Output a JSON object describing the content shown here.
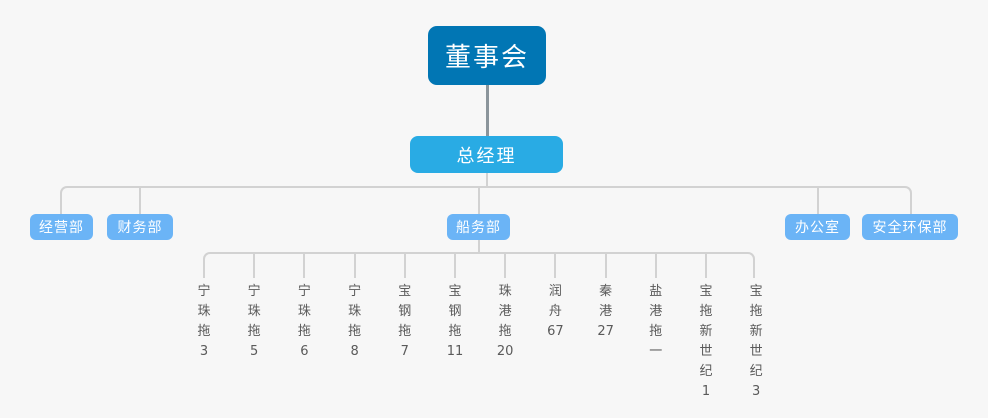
{
  "chart_data": {
    "type": "org-chart",
    "title": "",
    "background_color": "#f7f7f7",
    "connector_color": "#d2d2d2",
    "levels": [
      {
        "level": 1,
        "color": "#0176b4",
        "text_color": "#ffffff",
        "nodes": [
          "董事会"
        ]
      },
      {
        "level": 2,
        "color": "#29abe4",
        "text_color": "#ffffff",
        "nodes": [
          "总经理"
        ]
      },
      {
        "level": 3,
        "color": "#6bb4f6",
        "text_color": "#ffffff",
        "nodes": [
          "经营部",
          "财务部",
          "船务部",
          "办公室",
          "安全环保部"
        ]
      },
      {
        "level": 4,
        "color": "transparent",
        "text_color": "#5a5a5a",
        "nodes": [
          "宁珠拖3",
          "宁珠拖5",
          "宁珠拖6",
          "宁珠拖8",
          "宝钢拖7",
          "宝钢拖11",
          "珠港拖20",
          "润舟67",
          "秦港27",
          "盐港拖一",
          "宝拖新世纪1",
          "宝拖新世纪3"
        ]
      }
    ]
  },
  "root": {
    "label": "董事会"
  },
  "general_manager": {
    "label": "总经理"
  },
  "departments": [
    {
      "label": "经营部"
    },
    {
      "label": "财务部"
    },
    {
      "label": "船务部"
    },
    {
      "label": "办公室"
    },
    {
      "label": "安全环保部"
    }
  ],
  "vessels": [
    {
      "label": "宁珠拖3",
      "chars": [
        "宁",
        "珠",
        "拖",
        "3"
      ]
    },
    {
      "label": "宁珠拖5",
      "chars": [
        "宁",
        "珠",
        "拖",
        "5"
      ]
    },
    {
      "label": "宁珠拖6",
      "chars": [
        "宁",
        "珠",
        "拖",
        "6"
      ]
    },
    {
      "label": "宁珠拖8",
      "chars": [
        "宁",
        "珠",
        "拖",
        "8"
      ]
    },
    {
      "label": "宝钢拖7",
      "chars": [
        "宝",
        "钢",
        "拖",
        "7"
      ]
    },
    {
      "label": "宝钢拖11",
      "chars": [
        "宝",
        "钢",
        "拖",
        "11"
      ]
    },
    {
      "label": "珠港拖20",
      "chars": [
        "珠",
        "港",
        "拖",
        "20"
      ]
    },
    {
      "label": "润舟67",
      "chars": [
        "润",
        "舟",
        "67"
      ]
    },
    {
      "label": "秦港27",
      "chars": [
        "秦",
        "港",
        "27"
      ]
    },
    {
      "label": "盐港拖一",
      "chars": [
        "盐",
        "港",
        "拖",
        "一"
      ]
    },
    {
      "label": "宝拖新世纪1",
      "chars": [
        "宝",
        "拖",
        "新",
        "世",
        "纪",
        "1"
      ]
    },
    {
      "label": "宝拖新世纪3",
      "chars": [
        "宝",
        "拖",
        "新",
        "世",
        "纪",
        "3"
      ]
    }
  ]
}
